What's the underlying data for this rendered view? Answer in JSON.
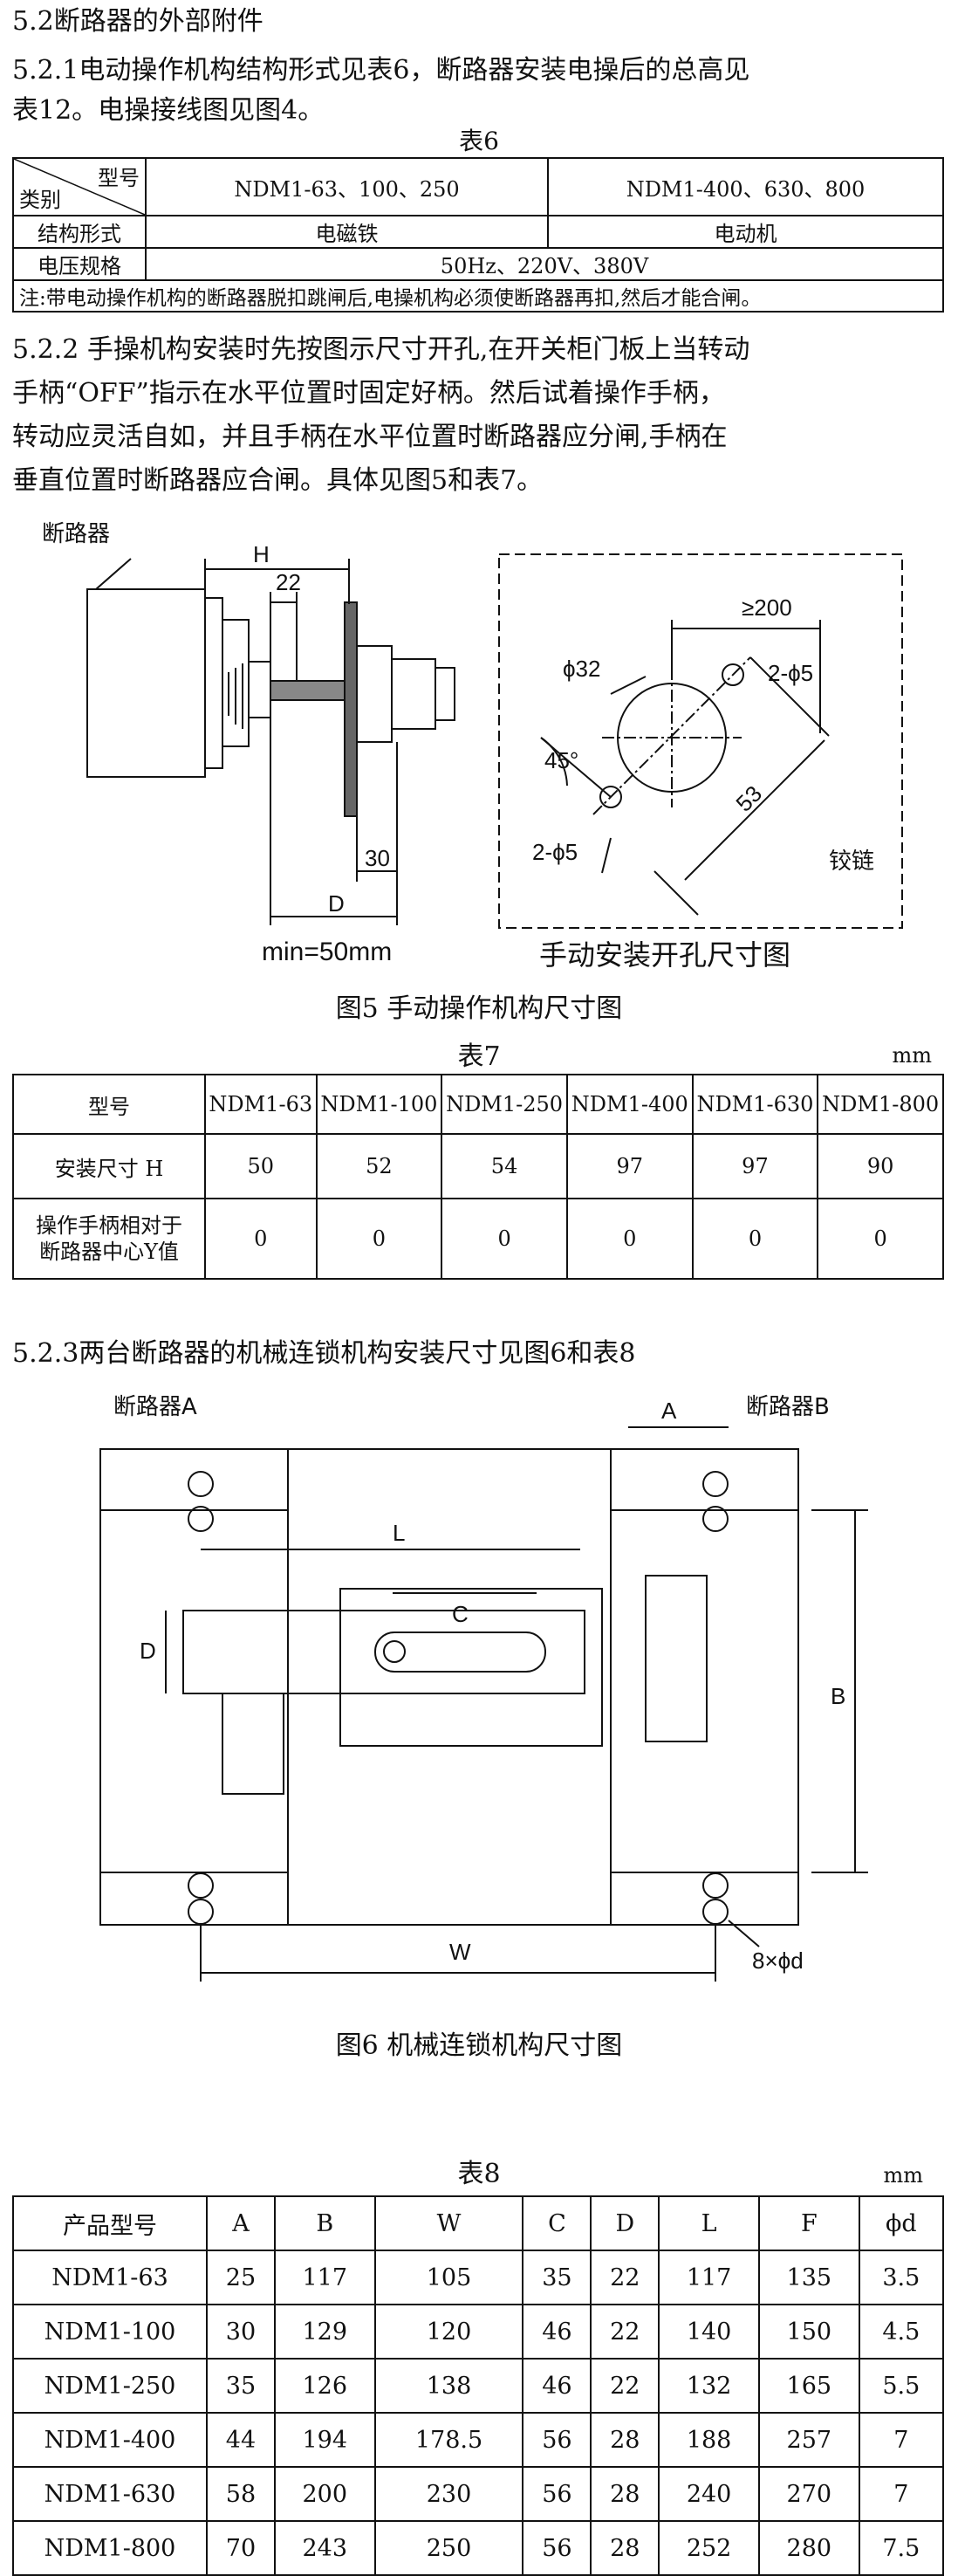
{
  "sec_52": "5.2断路器的外部附件",
  "p521": [
    "5.2.1电动操作机构结构形式见表6，断路器安装电操后的总高见",
    "表12。电操接线图见图4。"
  ],
  "table6": {
    "caption": "表6",
    "corner_model": "型号",
    "corner_category": "类别",
    "col1": "NDM1-63、100、250",
    "col2": "NDM1-400、630、800",
    "row_struct_label": "结构形式",
    "struct_col1": "电磁铁",
    "struct_col2": "电动机",
    "row_voltage_label": "电压规格",
    "voltage": "50Hz、220V、380V",
    "note": "注:带电动操作机构的断路器脱扣跳闸后,电操机构必须使断路器再扣,然后才能合闸。"
  },
  "p522": [
    "5.2.2 手操机构安装时先按图示尺寸开孔,在开关柜门板上当转动",
    "手柄“OFF”指示在水平位置时固定好柄。然后试着操作手柄，",
    "转动应灵活自如，并且手柄在水平位置时断路器应分闸,手柄在",
    "垂直位置时断路器应合闸。具体见图5和表7。"
  ],
  "fig5": {
    "left": {
      "breaker_label": "断路器",
      "H": "H",
      "dim22": "22",
      "dim30": "30",
      "D": "D",
      "min": "min=50mm"
    },
    "right": {
      "dim200": "≥200",
      "phi32": "ϕ32",
      "hole_tr": "2-ϕ5",
      "angle": "45°",
      "hole_bl": "2-ϕ5",
      "dim53": "53",
      "hinge": "铰链",
      "title": "手动安装开孔尺寸图"
    },
    "caption": "图5 手动操作机构尺寸图"
  },
  "table7": {
    "caption": "表7",
    "unit": "mm",
    "headers": [
      "型号",
      "NDM1-63",
      "NDM1-100",
      "NDM1-250",
      "NDM1-400",
      "NDM1-630",
      "NDM1-800"
    ],
    "rows": [
      {
        "label": "安装尺寸 H",
        "values": [
          "50",
          "52",
          "54",
          "97",
          "97",
          "90"
        ]
      },
      {
        "label_l1": "操作手柄相对于",
        "label_l2": "断路器中心Y值",
        "values": [
          "0",
          "0",
          "0",
          "0",
          "0",
          "0"
        ]
      }
    ]
  },
  "p523": "5.2.3两台断路器的机械连锁机构安装尺寸见图6和表8",
  "fig6": {
    "breakerA": "断路器A",
    "breakerB": "断路器B",
    "A": "A",
    "L": "L",
    "C": "C",
    "D": "D",
    "B": "B",
    "W": "W",
    "holes": "8×ϕd",
    "caption": "图6 机械连锁机构尺寸图"
  },
  "table8": {
    "caption": "表8",
    "unit": "mm",
    "headers": [
      "产品型号",
      "A",
      "B",
      "W",
      "C",
      "D",
      "L",
      "F",
      "ϕd"
    ],
    "rows": [
      [
        "NDM1-63",
        "25",
        "117",
        "105",
        "35",
        "22",
        "117",
        "135",
        "3.5"
      ],
      [
        "NDM1-100",
        "30",
        "129",
        "120",
        "46",
        "22",
        "140",
        "150",
        "4.5"
      ],
      [
        "NDM1-250",
        "35",
        "126",
        "138",
        "46",
        "22",
        "132",
        "165",
        "5.5"
      ],
      [
        "NDM1-400",
        "44",
        "194",
        "178.5",
        "56",
        "28",
        "188",
        "257",
        "7"
      ],
      [
        "NDM1-630",
        "58",
        "200",
        "230",
        "56",
        "28",
        "240",
        "270",
        "7"
      ],
      [
        "NDM1-800",
        "70",
        "243",
        "250",
        "56",
        "28",
        "252",
        "280",
        "7.5"
      ]
    ]
  }
}
